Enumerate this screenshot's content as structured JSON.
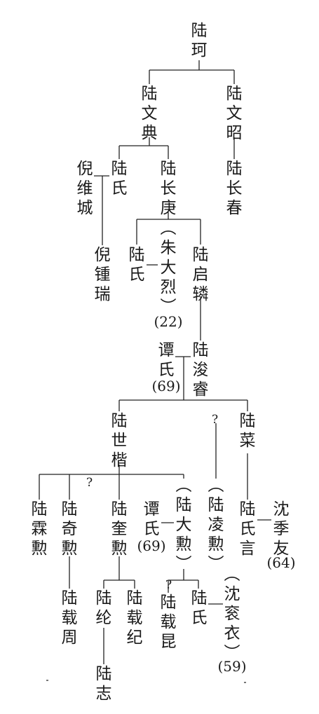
{
  "people": {
    "lu_ke": "陆\n珂",
    "lu_wendian": "陆\n文\n典",
    "lu_wenzhao": "陆\n文\n昭",
    "ni_weicheng": "倪\n维\n城",
    "lu_shi_1": "陆\n氏",
    "lu_changgeng": "陆\n长\n庚",
    "lu_changchun": "陆\n长\n春",
    "ni_zhongrui": "倪\n锺\n瑞",
    "lu_shi_2": "陆\n氏",
    "zhu_dalie": "︵\n朱\n大\n烈\n︶",
    "lu_qilin": "陆\n启\n辚",
    "tan_shi_1": "谭\n氏",
    "lu_junrui": "陆\n浚\n睿",
    "lu_shijie": "陆\n世\n楷",
    "lu_rou": "陆\n菜",
    "lu_linxun": "陆\n霖\n勲",
    "lu_qixun": "陆\n奇\n勲",
    "lu_kuixun": "陆\n奎\n勲",
    "tan_shi_2": "谭\n氏",
    "lu_daxun": "︵\n陆\n大\n勲\n︶",
    "lu_lingxun": "︵\n陆\n凌\n勲\n︶",
    "lu_shiyan": "陆\n氏\n言",
    "shen_jiyou": "沈\n季\n友",
    "lu_zaizhou": "陆\n载\n周",
    "lu_lun": "陆\n纶",
    "lu_zaiji": "陆\n载\n纪",
    "lu_zaikun": "陆\n载\n昆",
    "lu_shi_3": "陆\n氏",
    "shen_gunyi": "︵\n沈\n衮\n衣\n︶",
    "lu_zhi": "陆\n志"
  },
  "numbers": {
    "zhu_dalie": "(22)",
    "tan_shi_1": "(69)",
    "tan_shi_2": "(69)",
    "shen_jiyou": "(64)",
    "shen_gunyi": "(59)"
  },
  "question_marks": {
    "q1": "?",
    "q2": "?",
    "q3": "?"
  }
}
